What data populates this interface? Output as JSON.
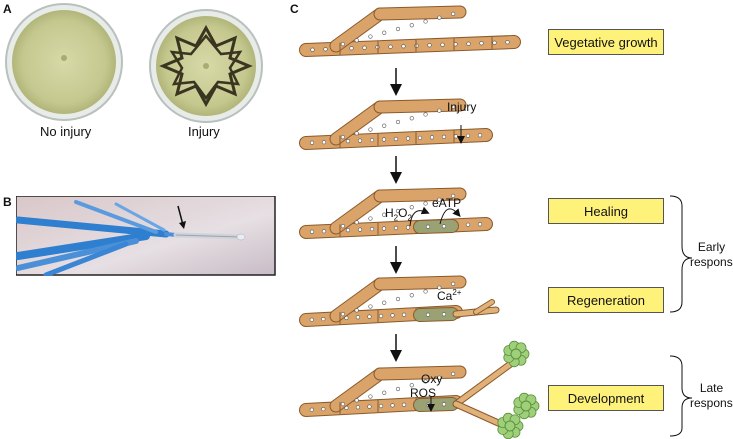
{
  "panels": {
    "a": {
      "letter": "A",
      "left_caption": "No injury",
      "right_caption": "Injury"
    },
    "b": {
      "letter": "B"
    },
    "c": {
      "letter": "C",
      "annotations": {
        "injury": "Injury",
        "h2o2": "H2O2",
        "eatp": "eATP",
        "ca": "Ca2+",
        "oxy": "Oxy",
        "ros": "ROS"
      },
      "stages": [
        "Vegetative growth",
        "Healing",
        "Regeneration",
        "Development"
      ],
      "responses": {
        "early_line1": "Early",
        "early_line2": "response",
        "late_line1": "Late",
        "late_line2": "response"
      }
    }
  },
  "colors": {
    "hypha_fill": "#d9a36a",
    "hypha_stroke": "#8a5a2b",
    "healing_cell": "#9aa274",
    "stage_box": "#fff27a",
    "conidia": "#9ed07a"
  }
}
